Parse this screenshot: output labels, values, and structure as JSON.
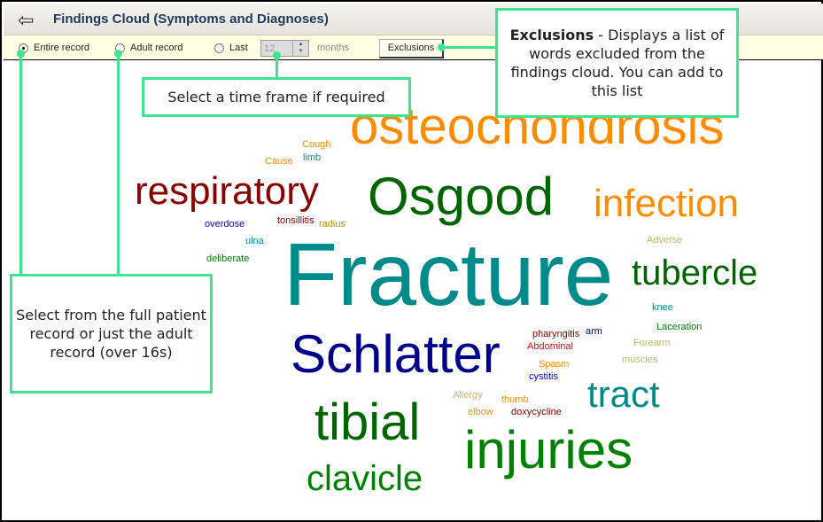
{
  "header": {
    "title": "Findings Cloud (Symptoms and Diagnoses)",
    "back_icon": "back-arrow-icon"
  },
  "toolbar": {
    "entire_record": "Entire record",
    "adult_record": "Adult record",
    "last": "Last",
    "months_value": "12",
    "months_label": "months",
    "exclusions": "Exclusions",
    "selected": "Entire record"
  },
  "cloud": {
    "words": [
      {
        "text": "osteochondrosis",
        "color": "#ff8c00"
      },
      {
        "text": "Osgood",
        "color": "#006400"
      },
      {
        "text": "respiratory",
        "color": "#8b0000"
      },
      {
        "text": "infection",
        "color": "#ff8c00"
      },
      {
        "text": "Fracture",
        "color": "#008b8b"
      },
      {
        "text": "tubercle",
        "color": "#006400"
      },
      {
        "text": "Schlatter",
        "color": "#00008b"
      },
      {
        "text": "tract",
        "color": "#008b8b"
      },
      {
        "text": "tibial",
        "color": "#006400"
      },
      {
        "text": "injuries",
        "color": "#008000"
      },
      {
        "text": "clavicle",
        "color": "#008000"
      },
      {
        "text": "Cough",
        "color": "#ff8c00"
      },
      {
        "text": "limb",
        "color": "#008b8b"
      },
      {
        "text": "Cause",
        "color": "#ff8c00"
      },
      {
        "text": "overdose",
        "color": "#0000ff"
      },
      {
        "text": "tonsillitis",
        "color": "#8b0000"
      },
      {
        "text": "radius",
        "color": "#c89000"
      },
      {
        "text": "ulna",
        "color": "#008b8b"
      },
      {
        "text": "deliberate",
        "color": "#008000"
      },
      {
        "text": "Adverse",
        "color": "#bdb76b"
      },
      {
        "text": "knee",
        "color": "#008b8b"
      },
      {
        "text": "Laceration",
        "color": "#008000"
      },
      {
        "text": "pharyngitis",
        "color": "#8b0000"
      },
      {
        "text": "arm",
        "color": "#00008b"
      },
      {
        "text": "Abdominal",
        "color": "#ff0000"
      },
      {
        "text": "Forearm",
        "color": "#bdb76b"
      },
      {
        "text": "Spasm",
        "color": "#ff8c00"
      },
      {
        "text": "muscles",
        "color": "#bdb76b"
      },
      {
        "text": "cystitis",
        "color": "#0000ff"
      },
      {
        "text": "Allergy",
        "color": "#bdb76b"
      },
      {
        "text": "thumb",
        "color": "#ff8c00"
      },
      {
        "text": "elbow",
        "color": "#ff8c00"
      },
      {
        "text": "doxycycline",
        "color": "#8b0000"
      }
    ]
  },
  "callouts": {
    "exclusions_bold": "Exclusions",
    "exclusions_text": " - Displays a list of words excluded from the findings cloud. You can add to this list",
    "timeframe": "Select a time frame if required",
    "record": "Select from the full patient record or just the adult record (over 16s)"
  }
}
